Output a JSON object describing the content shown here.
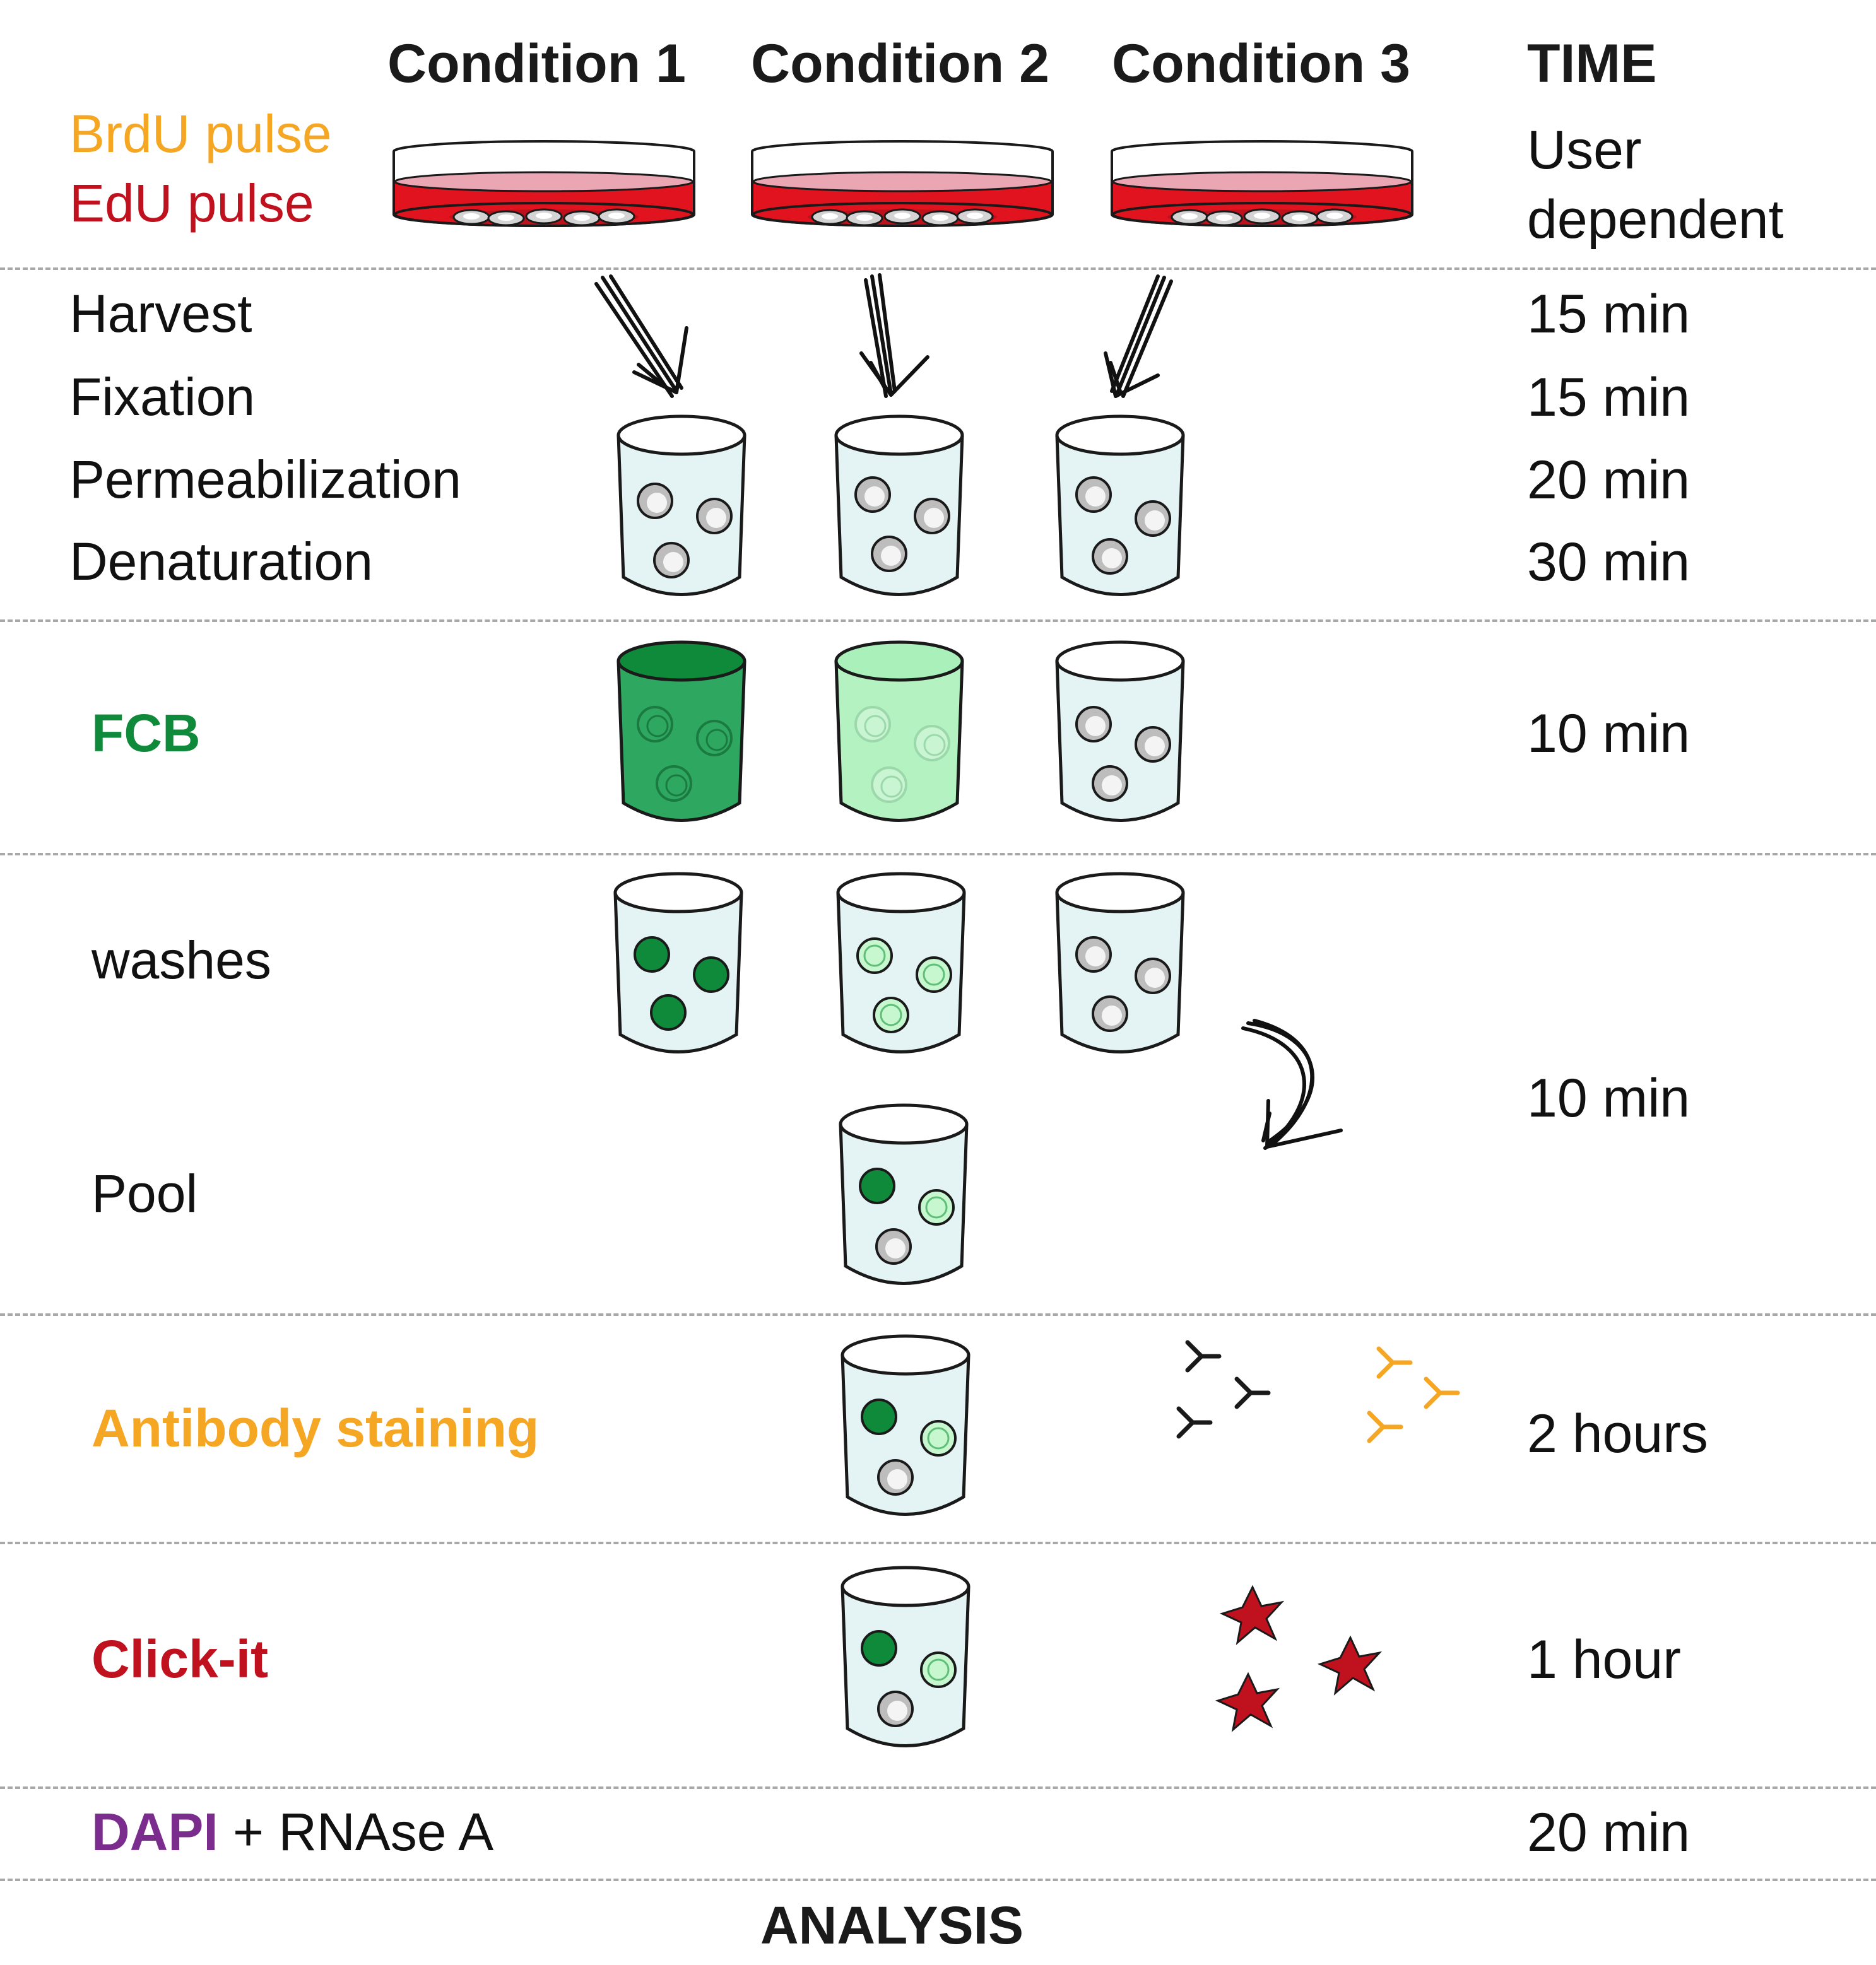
{
  "conditions": [
    "Condition 1",
    "Condition 2",
    "Condition 3"
  ],
  "time_header": "TIME",
  "pulses": {
    "brdu": "BrdU pulse",
    "edu": "EdU pulse"
  },
  "user_dependent": [
    "User",
    "dependent"
  ],
  "steps": {
    "harvest": "Harvest",
    "fixation": "Fixation",
    "permeabilization": "Permeabilization",
    "denaturation": "Denaturation",
    "fcb": "FCB",
    "washes": "washes",
    "pool": "Pool",
    "antibody": "Antibody staining",
    "clickit": "Click-it",
    "dapi": "DAPI",
    "rnase": " + RNAse A",
    "analysis": "ANALYSIS"
  },
  "times": {
    "harvest": "15 min",
    "fixation": "15 min",
    "permeabilization": "20 min",
    "denaturation": "30 min",
    "fcb": "10 min",
    "washes_pool": "10 min",
    "antibody": "2 hours",
    "clickit": "1 hour",
    "dapi": "20 min"
  },
  "colors": {
    "brdu": "#f5a623",
    "edu": "#c0111f",
    "fcb": "#0e8a3a",
    "dapi": "#7b2d8e",
    "tube_fill": "#e4f3f3",
    "dish_medium": "#e0131f",
    "cell_grey": "#d0d0d0",
    "cell_green_dark": "#0e8a3a",
    "cell_green_light": "#c6f7cf"
  }
}
